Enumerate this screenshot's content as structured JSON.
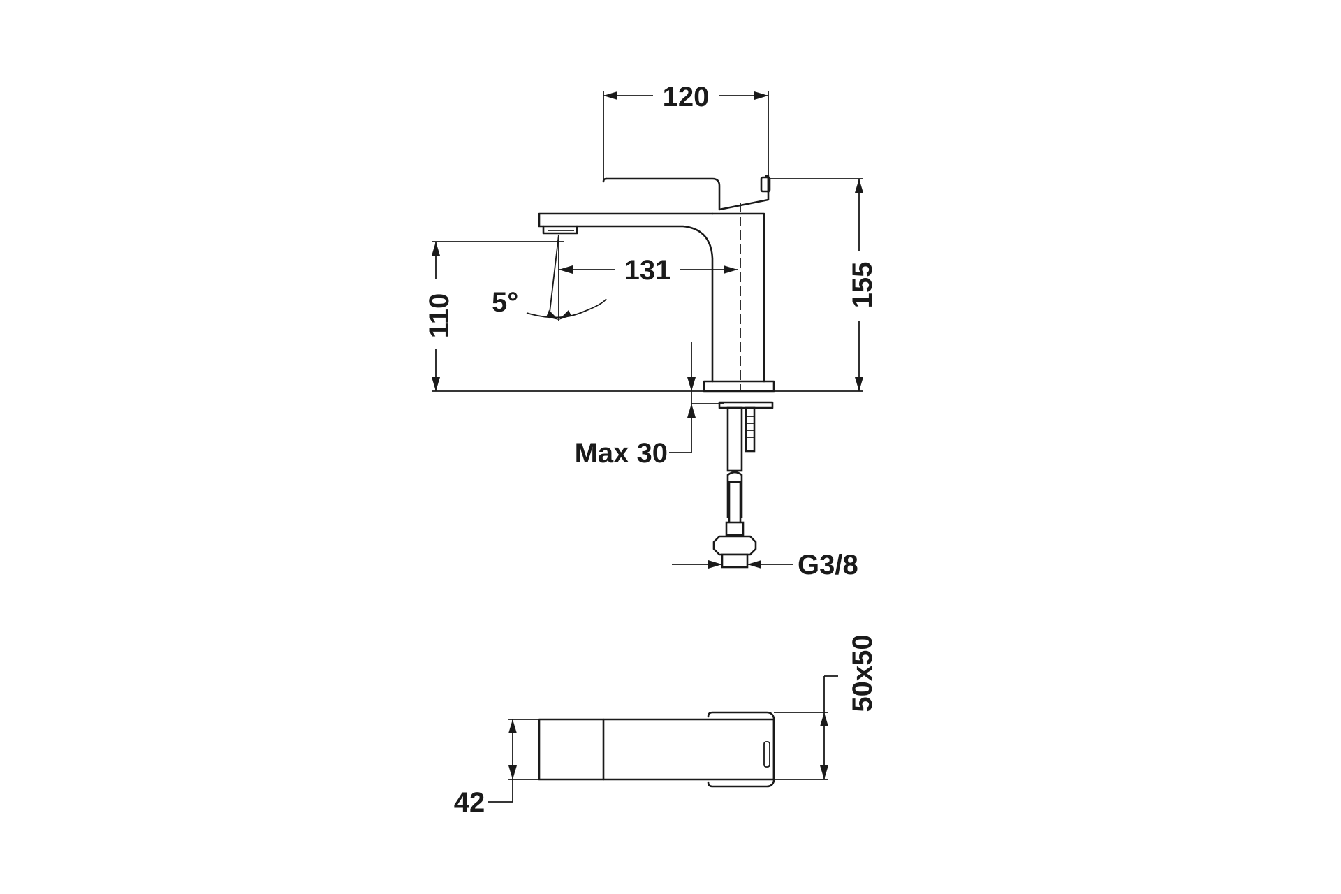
{
  "dimensions": {
    "handle_width": "120",
    "total_height": "155",
    "spout_height": "110",
    "spout_reach": "131",
    "spout_angle": "5°",
    "max_deck_thickness": "Max 30",
    "thread": "G3/8",
    "base_size": "50x50",
    "plan_width": "42"
  }
}
